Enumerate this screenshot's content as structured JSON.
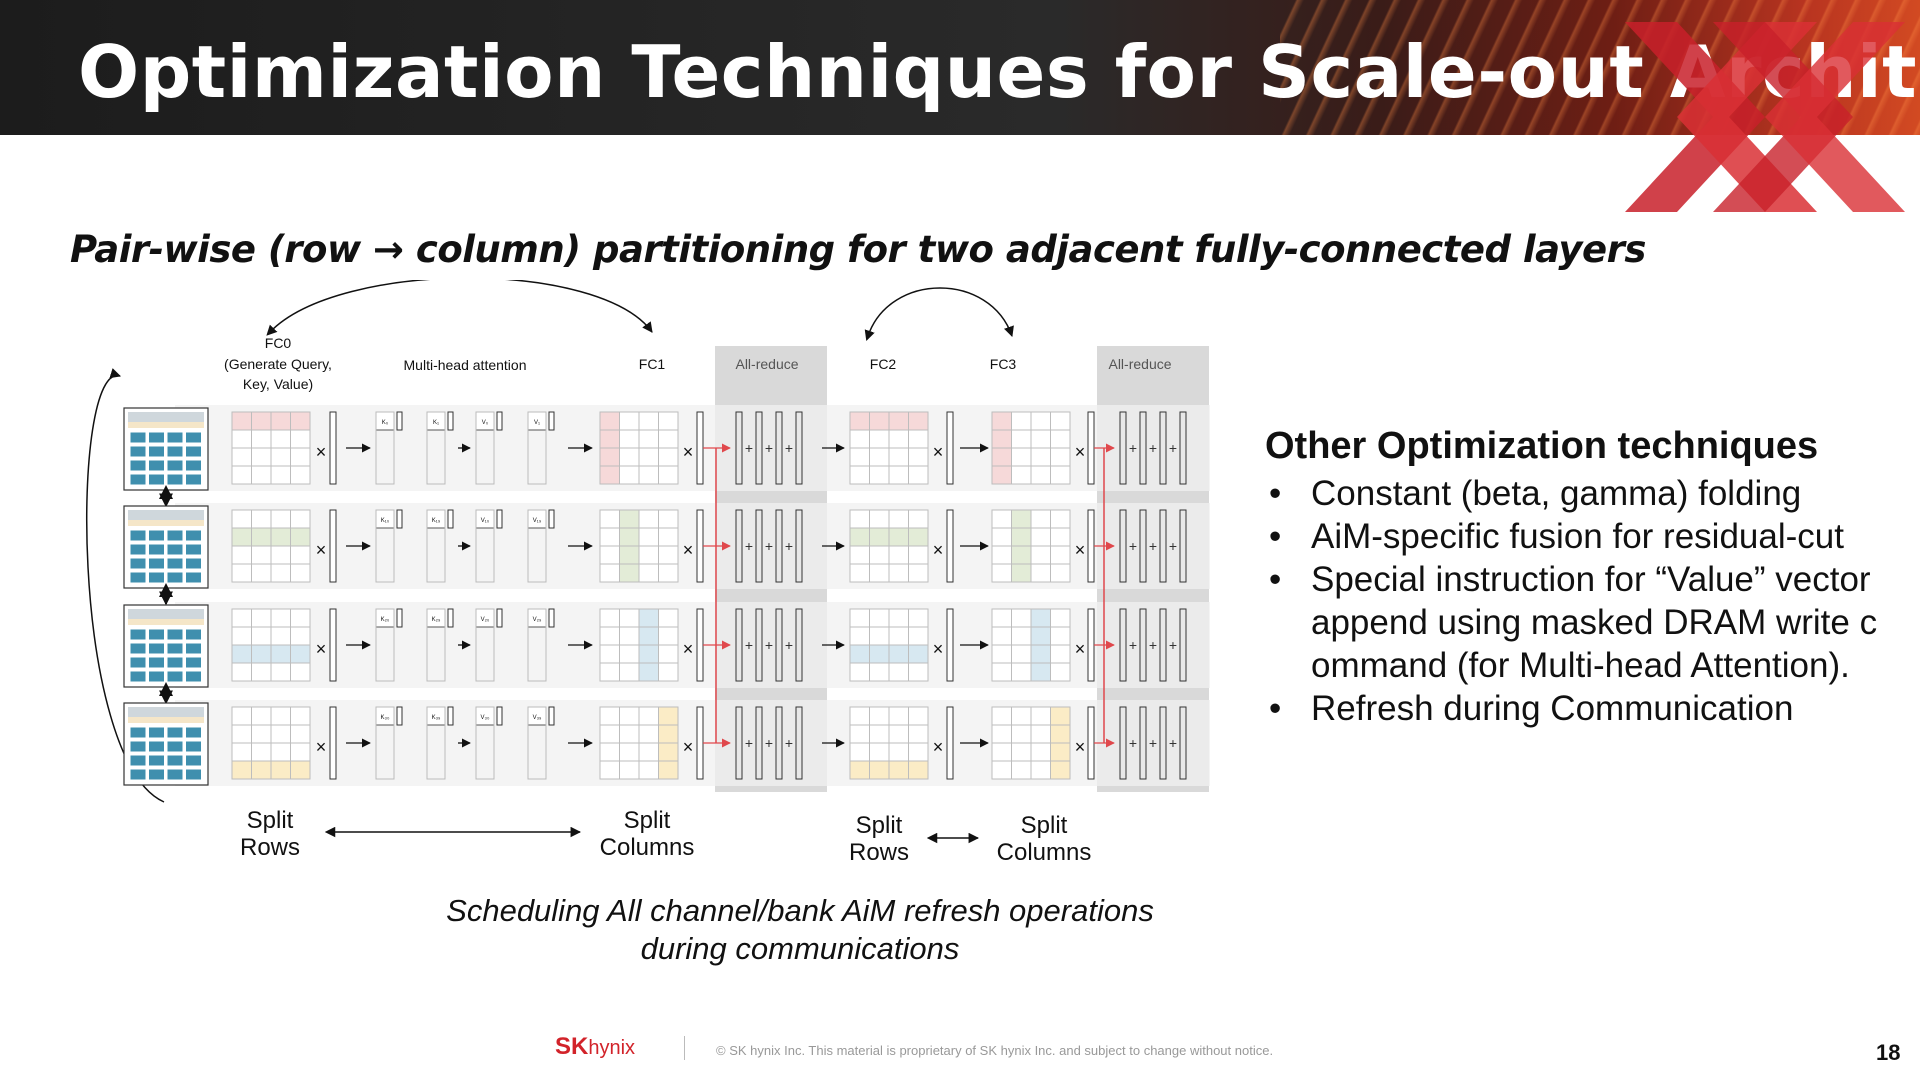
{
  "header": {
    "title": "Optimization Techniques for Scale-out Architecture"
  },
  "subtitle": "Pair-wise (row → column) partitioning for two adjacent fully-connected layers",
  "diagram": {
    "columns": {
      "fc0_line1": "FC0",
      "fc0_line2": "(Generate Query,",
      "fc0_line3": "Key, Value)",
      "mha": "Multi-head attention",
      "fc1": "FC1",
      "allreduce1": "All-reduce",
      "fc2": "FC2",
      "fc3": "FC3",
      "allreduce2": "All-reduce"
    },
    "rows": [
      {
        "k": "K₀",
        "k2": "K₁",
        "v": "V₀",
        "v2": "V₁",
        "color": "#f6d9d9"
      },
      {
        "k": "K₁₀",
        "k2": "K₁₉",
        "v": "V₁₀",
        "v2": "V₁₉",
        "color": "#e3ecd7"
      },
      {
        "k": "K₂₀",
        "k2": "K₂₉",
        "v": "V₂₀",
        "v2": "V₂₉",
        "color": "#d7e8f1"
      },
      {
        "k": "K₃₀",
        "k2": "K₃₉",
        "v": "V₃₀",
        "v2": "V₃₉",
        "color": "#fbecc6"
      }
    ],
    "labels": {
      "split_rows_1": [
        "Split",
        "Rows"
      ],
      "split_columns_1": [
        "Split",
        "Columns"
      ],
      "split_rows_2": [
        "Split",
        "Rows"
      ],
      "split_columns_2": [
        "Split",
        "Columns"
      ]
    },
    "colors": {
      "allreduce_bg": "#d9d9d9",
      "red_line": "#e0484c",
      "chip_blue": "#3f8fae"
    }
  },
  "other": {
    "title": "Other Optimization techniques",
    "items": [
      [
        "Constant (beta, gamma) folding"
      ],
      [
        "AiM-specific fusion for residual-cut"
      ],
      [
        "Special instruction for “Value” vector",
        "append using masked DRAM write c",
        "ommand (for Multi-head Attention)."
      ],
      [
        "Refresh during Communication"
      ]
    ]
  },
  "caption": [
    "Scheduling All channel/bank AiM refresh operations",
    "during communications"
  ],
  "footer": {
    "logo_sk": "SK",
    "logo_hynix": "hynix",
    "note": "© SK hynix Inc. This material is proprietary of SK hynix Inc. and subject to change without notice.",
    "page": "18"
  }
}
